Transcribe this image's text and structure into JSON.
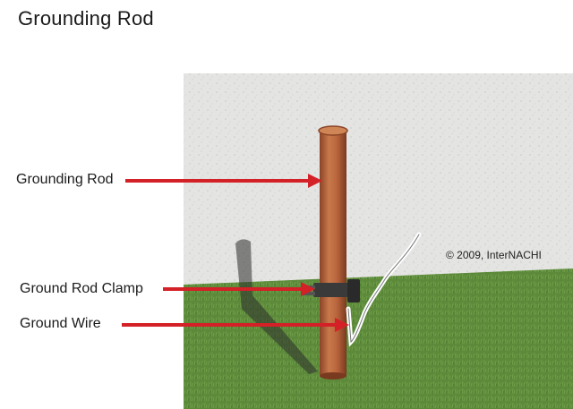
{
  "title": "Grounding Rod",
  "labels": {
    "grounding_rod": "Grounding Rod",
    "ground_rod_clamp": "Ground Rod Clamp",
    "ground_wire": "Ground Wire"
  },
  "copyright": "© 2009, InterNACHI",
  "colors": {
    "arrow": "#d42027",
    "rod": "#b8643c",
    "wall": "#e6e6e4",
    "grass": "#5f8a3c"
  }
}
